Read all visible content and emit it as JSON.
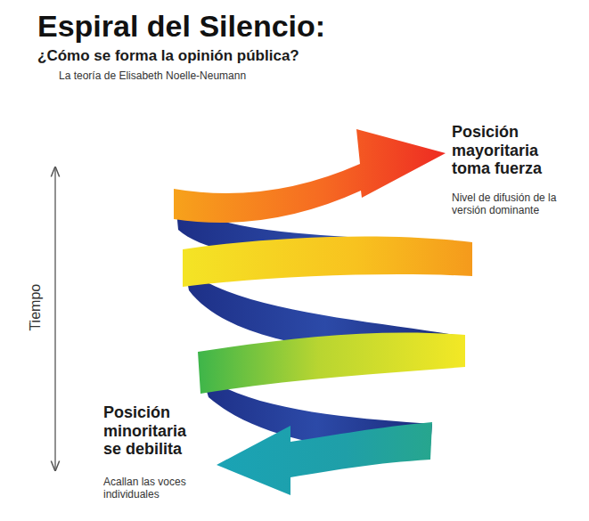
{
  "diagram": {
    "title": "Espiral del Silencio:",
    "labels": [
      "¿Cómo se forma la opinión pública?",
      "La teoría de Elisabeth Noelle-Neumann",
      "Posición mayoritaria toma fuerza",
      "Nivel de difusión de la versión dominante",
      "Posición minoritaria se debilita",
      "Acallan las voces individuales",
      "Tiempo"
    ]
  }
}
